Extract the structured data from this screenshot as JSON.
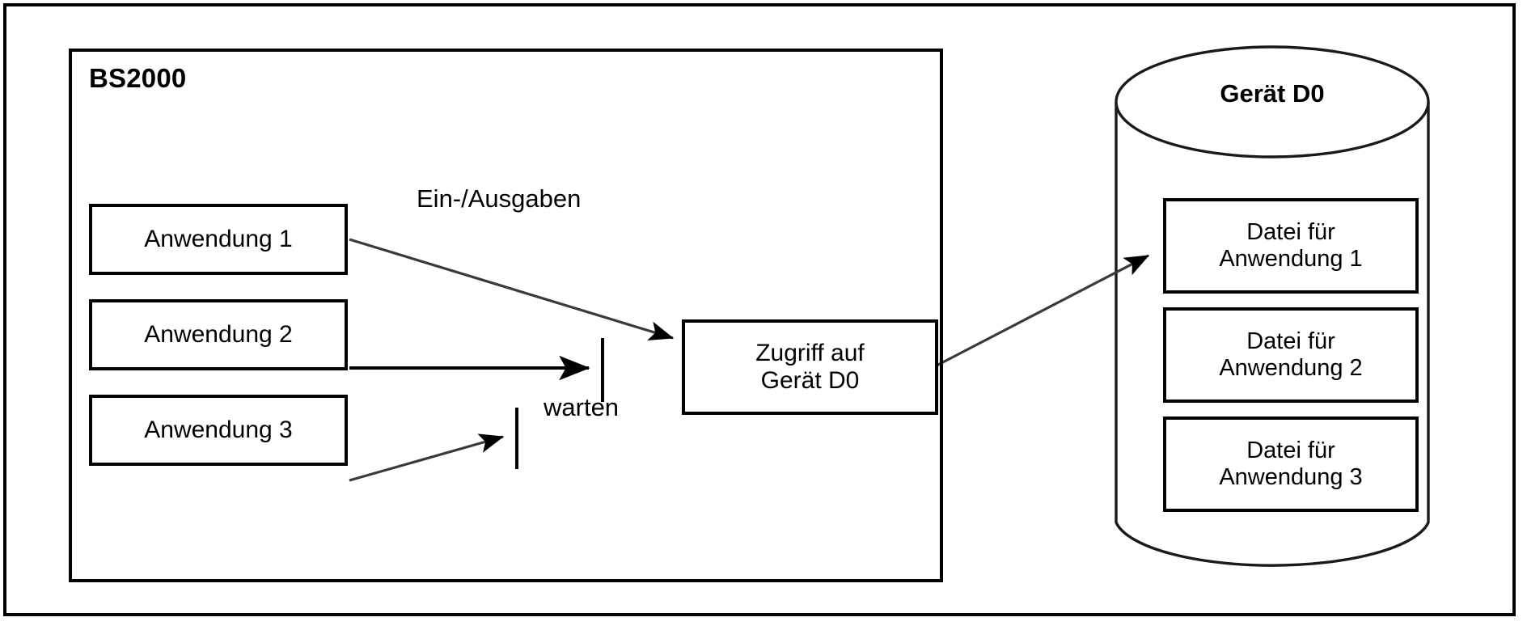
{
  "diagram": {
    "title_system": "BS2000",
    "device_label": "Gerät D0",
    "applications": [
      {
        "name": "app-1",
        "label": "Anwendung 1"
      },
      {
        "name": "app-2",
        "label": "Anwendung 2"
      },
      {
        "name": "app-3",
        "label": "Anwendung 3"
      }
    ],
    "access_box": {
      "line1": "Zugriff auf",
      "line2": "Gerät D0"
    },
    "files": [
      {
        "name": "file-1",
        "line1": "Datei für",
        "line2": "Anwendung 1"
      },
      {
        "name": "file-2",
        "line1": "Datei für",
        "line2": "Anwendung 2"
      },
      {
        "name": "file-3",
        "line1": "Datei für",
        "line2": "Anwendung 3"
      }
    ],
    "edge_labels": {
      "io": "Ein-/Ausgaben",
      "wait": "warten"
    },
    "colors": {
      "stroke": "#000000",
      "background": "#ffffff",
      "fill": "#ffffff"
    }
  }
}
